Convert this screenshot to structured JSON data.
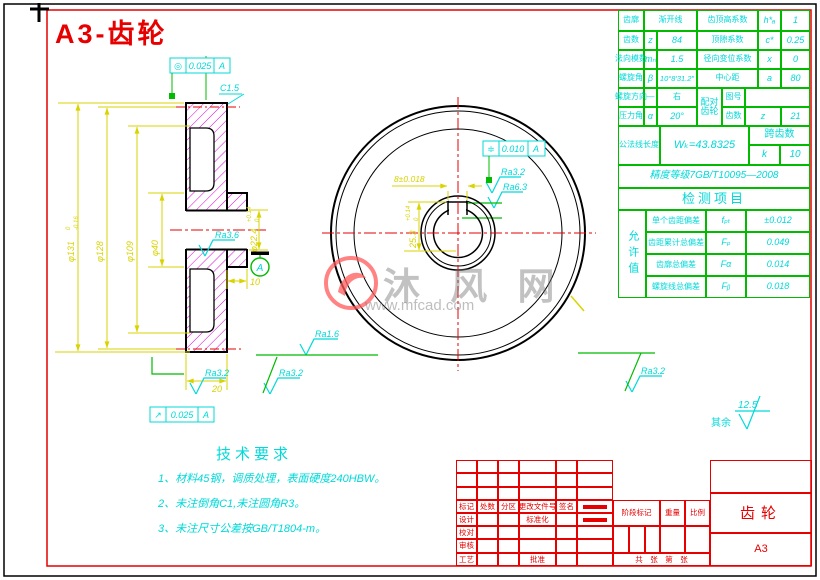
{
  "title": "A3-齿轮",
  "colors": {
    "frame_red": "#e60000",
    "dim_yellow": "#d9d300",
    "annotation_cyan": "#00d9d9",
    "aux_green": "#00bb00",
    "hatch_magenta": "#dd00dd"
  },
  "param_table": {
    "r1": {
      "l": "齿廓",
      "v": "渐开线",
      "l2": "齿顶高系数",
      "s2": "h*ₐ",
      "v2": "1"
    },
    "r2": {
      "l": "齿数",
      "s": "z",
      "v": "84",
      "l2": "顶隙系数",
      "s2": "c*",
      "v2": "0.25"
    },
    "r3": {
      "l": "法向模数",
      "s": "mₙ",
      "v": "1.5",
      "l2": "径向变位系数",
      "s2": "x",
      "v2": "0"
    },
    "r4": {
      "l": "螺旋角",
      "s": "β",
      "v": "10°8′31.2″",
      "l2": "中心距",
      "s2": "a",
      "v2": "80"
    },
    "r5": {
      "l": "螺旋方向",
      "s": "—",
      "v": "右",
      "pair": "配对齿轮",
      "l2": "图号",
      "v2": ""
    },
    "r6": {
      "l": "压力角",
      "s": "α",
      "v": "20°",
      "l2": "齿数",
      "s2": "z",
      "v2": "21"
    },
    "r7": {
      "l": "公法线长度",
      "v": "Wₖ=43.8325",
      "l2": "跨齿数",
      "s2": "k",
      "v2": "10"
    },
    "precision": "精度等级7GB/T10095—2008",
    "inspection_title": "检测项目",
    "allow": "允许值",
    "i1": {
      "n": "单个齿距偏差",
      "s": "fₚₜ",
      "v": "±0.012"
    },
    "i2": {
      "n": "齿距累计总偏差",
      "s": "Fₚ",
      "v": "0.049"
    },
    "i3": {
      "n": "齿廓总偏差",
      "s": "Fα",
      "v": "0.014"
    },
    "i4": {
      "n": "螺旋线总偏差",
      "s": "Fᵦ",
      "v": "0.018"
    }
  },
  "dims": {
    "tip": {
      "t": "φ131",
      "sup": "0",
      "sub": "-0.16"
    },
    "pitch": {
      "t": "φ128"
    },
    "rim": {
      "t": "φ109"
    },
    "hub": {
      "t": "φ40"
    },
    "bore": {
      "t": "φ22.4",
      "sup": "+0.14",
      "sub": "0"
    },
    "width": {
      "t": "20"
    },
    "step": {
      "t": "10"
    },
    "chamfer": {
      "t": "C1.5"
    },
    "kw_width": {
      "t": "8±0.018"
    },
    "kw_depth": {
      "t": "25.3",
      "sup": "+0.14",
      "sub": "0"
    }
  },
  "tolerance_frames": {
    "f1": {
      "sym": "◎",
      "val": "0.025",
      "datum": "A"
    },
    "f2": {
      "sym": "≑",
      "val": "0.010",
      "datum": "A"
    },
    "f3": {
      "sym": "↗",
      "val": "0.025",
      "datum": "A"
    },
    "datum_label": "A"
  },
  "roughness": {
    "ra36": "Ra3.6",
    "ra16": "Ra1.6",
    "ra32": "Ra3.2",
    "ra63": "Ra6.3",
    "rest_label": "其余",
    "rest_value": "12.5"
  },
  "tech_requirements": {
    "title": "技术要求",
    "item1": "1、材料45钢，调质处理，表面硬度240HBW。",
    "item2": "2、未注倒角C1,未注圆角R3。",
    "item3": "3、未注尺寸公差按GB/T1804-m。"
  },
  "title_block": {
    "c1": "标记",
    "c2": "处数",
    "c3": "分区",
    "c4": "更改文件号",
    "c5": "签名",
    "design": "设计",
    "standardize": "标准化",
    "proof": "校对",
    "audit": "审核",
    "process": "工艺",
    "approve": "批准",
    "stage": "阶段标记",
    "weight": "重量",
    "scale": "比例",
    "sheets": "共　张　第　张",
    "part_name": "齿轮",
    "sheet_size": "A3"
  },
  "watermark": {
    "brand": "沐 风 网",
    "url": "www.mfcad.com"
  }
}
